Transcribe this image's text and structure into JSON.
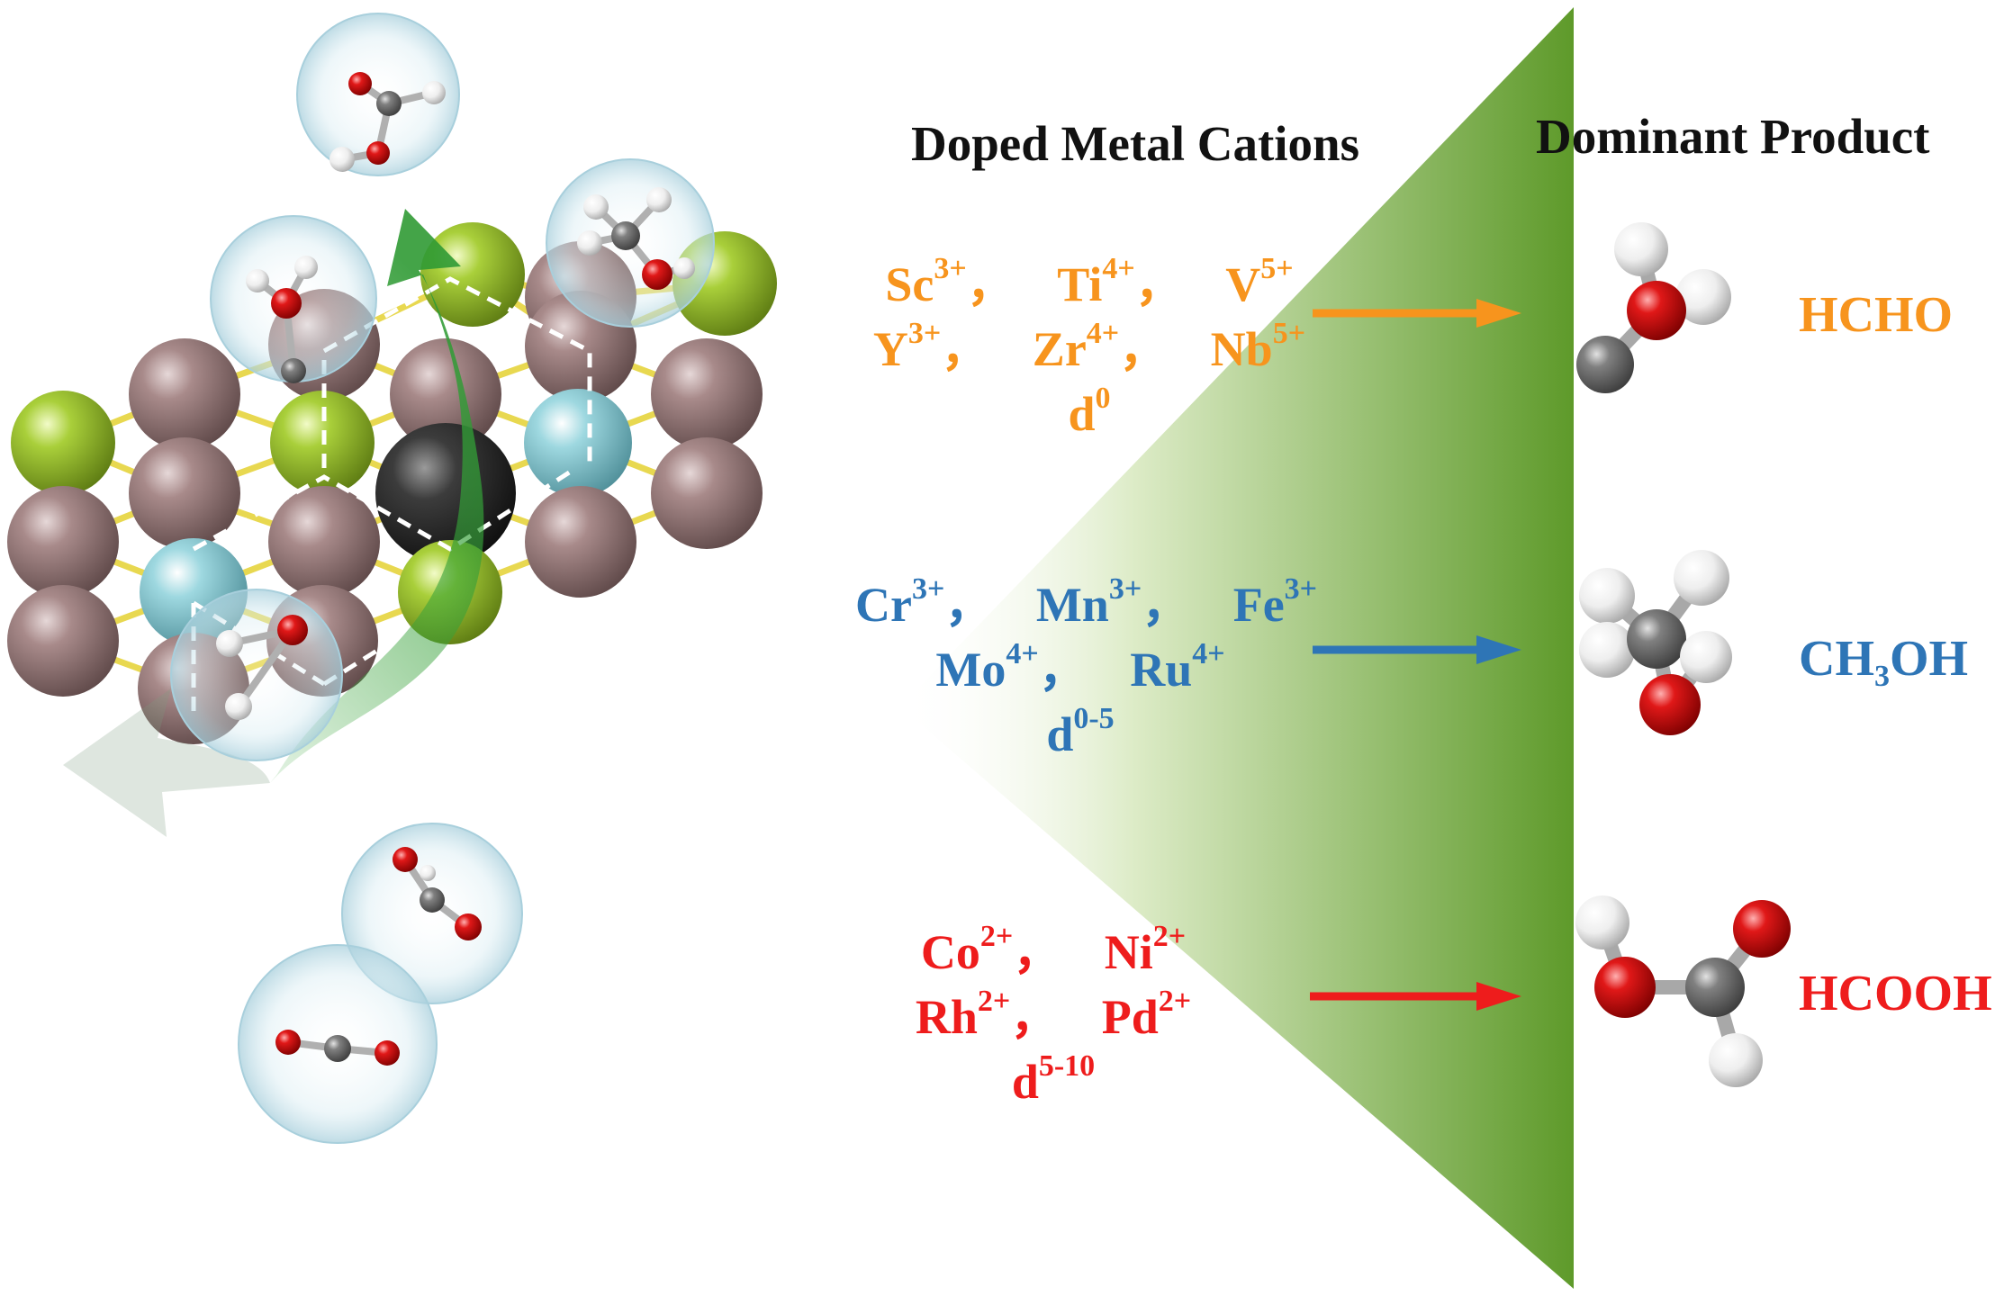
{
  "headers": {
    "cations": "Doped Metal Cations",
    "product": "Dominant Product"
  },
  "groups": [
    {
      "color": "#F7941D",
      "rows": [
        [
          {
            "el": "Sc",
            "ch": "3+"
          },
          {
            "el": "Ti",
            "ch": "4+"
          },
          {
            "el": "V",
            "ch": "5+"
          }
        ],
        [
          {
            "el": "Y",
            "ch": "3+"
          },
          {
            "el": "Zr",
            "ch": "4+"
          },
          {
            "el": "Nb",
            "ch": "5+"
          }
        ]
      ],
      "d": {
        "base": "d",
        "sup": "0"
      },
      "product": {
        "text": "HCHO"
      }
    },
    {
      "color": "#2E75B6",
      "rows": [
        [
          {
            "el": "Cr",
            "ch": "3+"
          },
          {
            "el": "Mn",
            "ch": "3+"
          },
          {
            "el": "Fe",
            "ch": "3+"
          }
        ],
        [
          {
            "el": "Mo",
            "ch": "4+"
          },
          {
            "el": "Ru",
            "ch": "4+"
          }
        ]
      ],
      "d": {
        "base": "d",
        "sup": "0-5"
      },
      "product": {
        "pre": "CH",
        "sub": "3",
        "post": "OH"
      }
    },
    {
      "color": "#EE1C1C",
      "rows": [
        [
          {
            "el": "Co",
            "ch": "2+"
          },
          {
            "el": "Ni",
            "ch": "2+"
          }
        ],
        [
          {
            "el": "Rh",
            "ch": "2+"
          },
          {
            "el": "Pd",
            "ch": "2+"
          }
        ]
      ],
      "d": {
        "base": "d",
        "sup": "5-10"
      },
      "product": {
        "text": "HCOOH"
      }
    }
  ],
  "separator": "，",
  "atom_colors": {
    "host": "#9C8080",
    "fluorine": "#A9CF3A",
    "dopant": "#9ED8E0",
    "central": "#3C3C3C",
    "oxygen": "#E01818",
    "carbon": "#808080",
    "hydrogen": "#F0F0F0",
    "bond": "#E8D850",
    "gradient_dark": "#5E9A2A"
  },
  "icons": {
    "curved_arrow": "reaction-path-arrow",
    "bubbles": "adsorbate-bubble"
  }
}
